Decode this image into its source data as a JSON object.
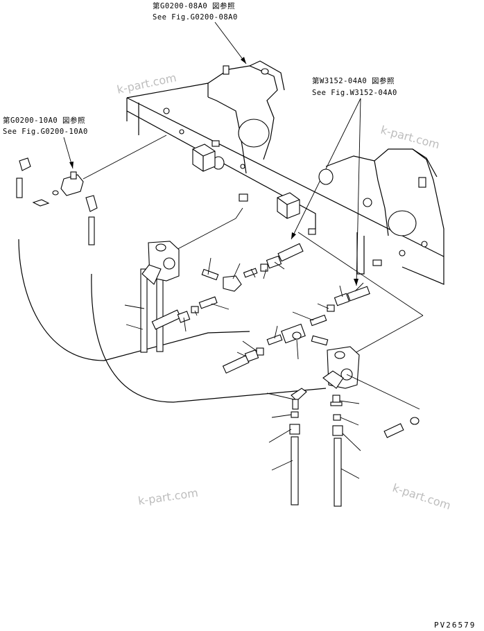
{
  "references": {
    "top": {
      "line1": "第G0200-08A0 図参照",
      "line2": "See Fig.G0200-08A0"
    },
    "left": {
      "line1": "第G0200-10A0 図参照",
      "line2": "See Fig.G0200-10A0"
    },
    "right": {
      "line1": "第W3152-04A0 図参照",
      "line2": "See Fig.W3152-04A0"
    }
  },
  "watermark": "k-part.com",
  "drawing_code": "PV26579"
}
